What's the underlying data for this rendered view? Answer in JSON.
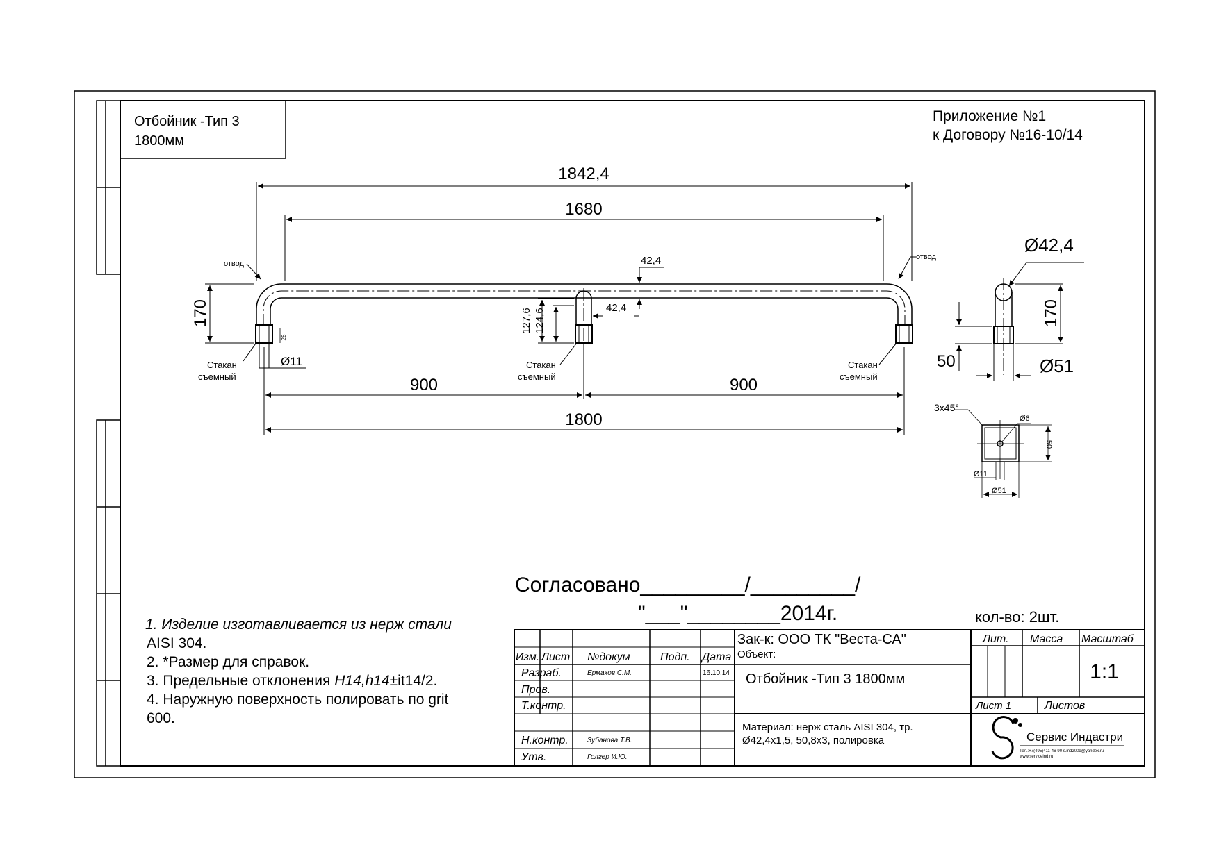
{
  "title_box": {
    "line1": "Отбойник -Тип 3",
    "line2": "1800мм"
  },
  "appendix": {
    "line1": "Приложение №1",
    "line2": "к Договору №16-10/14"
  },
  "dims": {
    "overall": "1842,4",
    "inner": "1680",
    "pipe_top": "42,4",
    "pipe_mid": "42,4",
    "height": "170",
    "h1": "127,6",
    "h2": "124,6",
    "small": "28",
    "hole": "Ø11",
    "half_left": "900",
    "half_right": "900",
    "base": "1800",
    "side_dia": "Ø42,4",
    "side_height": "170",
    "side_cup": "50",
    "side_cup_dia": "Ø51",
    "chamfer": "3x45°",
    "det_hole": "Ø6",
    "det_height": "50",
    "det_d11": "Ø11",
    "det_d51": "Ø51"
  },
  "labels": {
    "otvod": "отвод",
    "stakan1": "Стакан",
    "stakan2": "съемный"
  },
  "approval": {
    "line1": "Согласовано_________/_________/",
    "line2": "\"___\"________2014г."
  },
  "qty": "кол-во: 2шт.",
  "notes": {
    "n1": "1. Изделие изготавливается из нерж стали",
    "n1b": "AISI 304.",
    "n2": "2. *Размер для справок.",
    "n3a": "3. Предельные отклонения ",
    "n3b": "H14,h14",
    "n3c": "±it14/2.",
    "n4": "4. Наружную поверхность полировать по grit",
    "n4b": "600."
  },
  "stamp": {
    "izm": "Изм.",
    "list": "Лист",
    "ndoc": "№докум",
    "podp": "Подп.",
    "data": "Дата",
    "razrab": "Разраб.",
    "razrab_name": "Ермаков С.М.",
    "razrab_date": "16.10.14",
    "prov": "Пров.",
    "tkontr": "Т.контр.",
    "nkontr": "Н.контр.",
    "nkontr_name": "Зубанова Т.В.",
    "utv": "Утв.",
    "utv_name": "Голгер И.Ю.",
    "customer": "Зак-к: ООО ТК \"Веста-СА\"",
    "object": "Объект:",
    "product": "Отбойник -Тип 3 1800мм",
    "material1": "Материал:  нерж сталь AISI 304, тр.",
    "material2": "Ø42,4х1,5, 50,8х3, полировка",
    "lit": "Лит.",
    "massa": "Масса",
    "masshtab": "Масштаб",
    "scale": "1:1",
    "sheet": "Лист 1",
    "sheets": "Листов",
    "company": "Сервис Индастри",
    "contacts": "Тел.:+7(495)411-46-90  s.ind2009@yandex.ru",
    "website": "www.serviceind.ru"
  }
}
